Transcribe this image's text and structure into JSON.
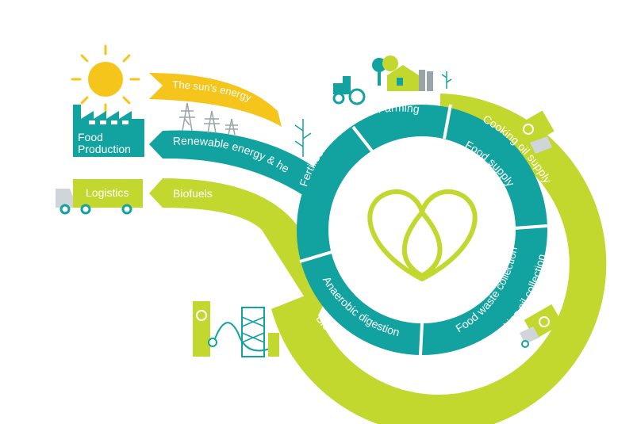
{
  "colors": {
    "teal": "#12a3a0",
    "teal_dark": "#0e8f8c",
    "lime": "#c2d82e",
    "lime_light": "#d2e23a",
    "yellow": "#f6c51b",
    "grey": "#cfd5d8",
    "grey_dark": "#9aa3a8",
    "white": "#ffffff"
  },
  "inputs": {
    "sun_label": "The sun's energy",
    "renewable_label": "Renewable energy & heat",
    "biofuels_label": "Biofuels"
  },
  "boxes": {
    "food_production": [
      "Food",
      "Production"
    ],
    "logistics": "Logistics"
  },
  "inner_ring": {
    "farming": "Farming",
    "fertiliser": "Fertiliser",
    "food_supply": "Food supply",
    "food_waste_collection": "Food waste collection",
    "anaerobic_digestion": "Anaerobic digestion"
  },
  "outer_ring": {
    "cooking_oil_supply": "Cooking oil supply",
    "used_cooking_oil_collection": "Used cooking oil collection",
    "biorefinery": "Biorefinery"
  },
  "icons": {
    "center": "heart-drop-icon",
    "sun": "sun-icon",
    "factory": "factory-icon",
    "truck": "truck-icon",
    "tractor": "tractor-icon",
    "farm": "farm-icon",
    "pylon": "pylon-icon",
    "plant": "plant-icon",
    "refinery": "refinery-icon"
  }
}
